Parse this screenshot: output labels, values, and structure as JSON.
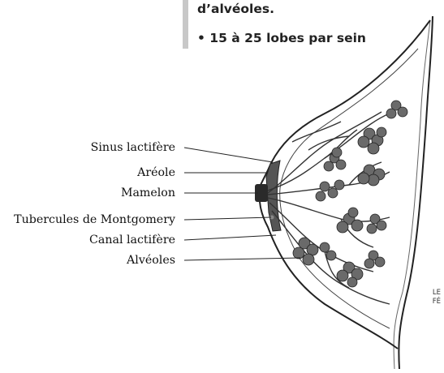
{
  "header": {
    "line1": "d’alvéoles.",
    "line2": "• 15 à 25 lobes par sein"
  },
  "labels": [
    {
      "key": "sinus",
      "text": "Sinus lactifère"
    },
    {
      "key": "areole",
      "text": "Aréole"
    },
    {
      "key": "mamelon",
      "text": "Mamelon"
    },
    {
      "key": "montgomery",
      "text": "Tubercules de Montgomery"
    },
    {
      "key": "canal",
      "text": "Canal lactifère"
    },
    {
      "key": "alveoles",
      "text": "Alvéoles"
    }
  ],
  "corner_text": {
    "line1": "LE",
    "line2": "FÉ"
  }
}
